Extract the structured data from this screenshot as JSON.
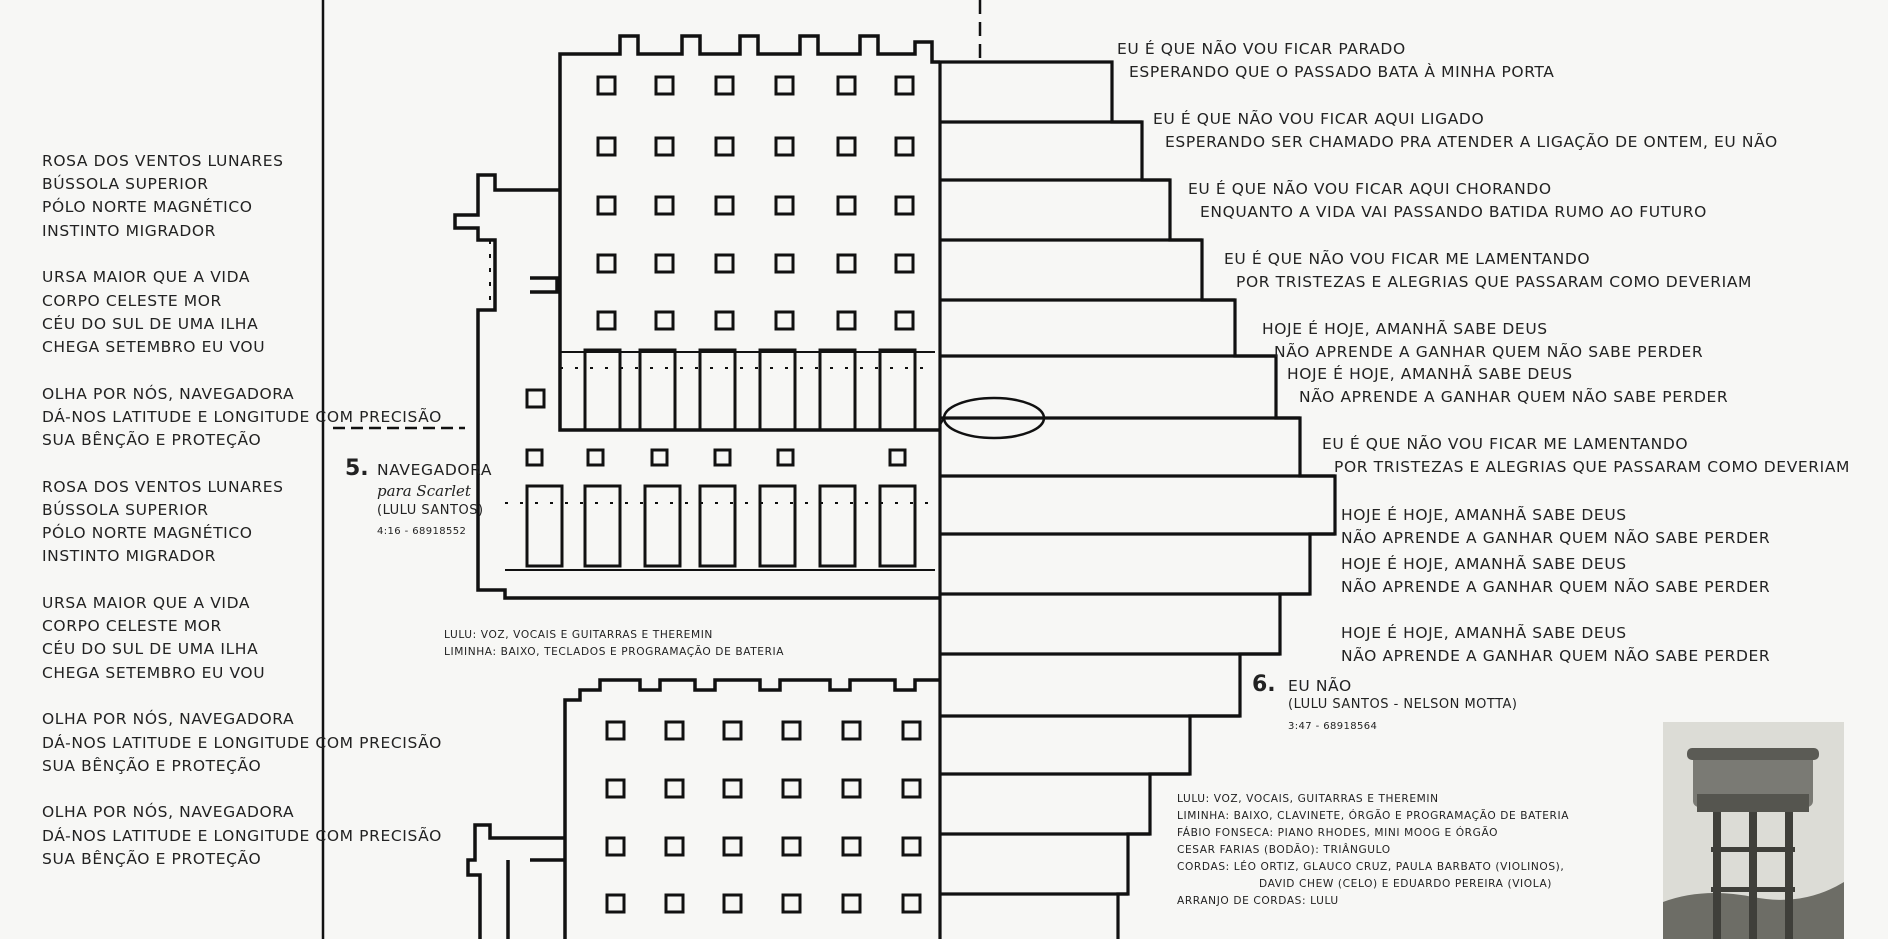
{
  "left_lyrics": [
    {
      "text": "ROSA DOS VENTOS LUNARES",
      "gap": false
    },
    {
      "text": "BÚSSOLA SUPERIOR",
      "gap": false
    },
    {
      "text": "PÓLO NORTE MAGNÉTICO",
      "gap": false
    },
    {
      "text": "INSTINTO MIGRADOR",
      "gap": true
    },
    {
      "text": "URSA MAIOR QUE A VIDA",
      "gap": false
    },
    {
      "text": "CORPO CELESTE MOR",
      "gap": false
    },
    {
      "text": "CÉU DO SUL DE UMA ILHA",
      "gap": false
    },
    {
      "text": "CHEGA SETEMBRO EU VOU",
      "gap": true
    },
    {
      "text": "OLHA POR NÓS, NAVEGADORA",
      "gap": false
    },
    {
      "text": "DÁ-NOS LATITUDE E LONGITUDE COM PRECISÃO",
      "gap": false
    },
    {
      "text": "SUA BÊNÇÃO E PROTEÇÃO",
      "gap": true
    },
    {
      "text": "ROSA DOS VENTOS LUNARES",
      "gap": false
    },
    {
      "text": "BÚSSOLA SUPERIOR",
      "gap": false
    },
    {
      "text": "PÓLO NORTE MAGNÉTICO",
      "gap": false
    },
    {
      "text": "INSTINTO MIGRADOR",
      "gap": true
    },
    {
      "text": "URSA MAIOR QUE A VIDA",
      "gap": false
    },
    {
      "text": "CORPO CELESTE MOR",
      "gap": false
    },
    {
      "text": "CÉU DO SUL DE UMA ILHA",
      "gap": false
    },
    {
      "text": "CHEGA SETEMBRO EU VOU",
      "gap": true
    },
    {
      "text": "OLHA POR NÓS, NAVEGADORA",
      "gap": false
    },
    {
      "text": "DÁ-NOS LATITUDE E LONGITUDE COM PRECISÃO",
      "gap": false
    },
    {
      "text": "SUA BÊNÇÃO E PROTEÇÃO",
      "gap": true
    },
    {
      "text": "OLHA POR NÓS, NAVEGADORA",
      "gap": false
    },
    {
      "text": "DÁ-NOS LATITUDE E LONGITUDE COM PRECISÃO",
      "gap": false
    },
    {
      "text": "SUA BÊNÇÃO E PROTEÇÃO",
      "gap": false
    }
  ],
  "track5": {
    "number": "5.",
    "title": "NAVEGADORA",
    "dedication": "para Scarlet",
    "composer": "(LULU SANTOS)",
    "code": "4:16 - 68918552",
    "credits": [
      "LULU: VOZ, VOCAIS E GUITARRAS E THEREMIN",
      "LIMINHA: BAIXO, TECLADOS E PROGRAMAÇÃO DE BATERIA"
    ]
  },
  "track6": {
    "number": "6.",
    "title": "EU NÃO",
    "composer": "(LULU SANTOS - NELSON MOTTA)",
    "code": "3:47 - 68918564",
    "credits": [
      "LULU: VOZ, VOCAIS, GUITARRAS E THEREMIN",
      "LIMINHA: BAIXO, CLAVINETE, ÓRGÃO E PROGRAMAÇÃO DE BATERIA",
      "FÁBIO FONSECA: PIANO RHODES, MINI MOOG E ÓRGÃO",
      "CESAR FARIAS (BODÃO): TRIÂNGULO",
      "CORDAS: LÉO ORTIZ, GLAUCO CRUZ, PAULA BARBATO (VIOLINOS),",
      "DAVID CHEW (CELO) E EDUARDO PEREIRA (VIOLA)",
      "ARRANJO DE CORDAS: LULU"
    ]
  },
  "right_stanzas": [
    [
      "EU É QUE NÃO VOU FICAR PARADO",
      "ESPERANDO QUE O PASSADO BATA À MINHA PORTA"
    ],
    [
      "EU É QUE NÃO VOU FICAR AQUI LIGADO",
      "ESPERANDO SER CHAMADO PRA ATENDER A LIGAÇÃO DE ONTEM, EU NÃO"
    ],
    [
      "EU É QUE NÃO VOU FICAR AQUI CHORANDO",
      "ENQUANTO A VIDA VAI PASSANDO BATIDA RUMO AO FUTURO"
    ],
    [
      "EU É QUE NÃO VOU FICAR ME LAMENTANDO",
      "POR TRISTEZAS E ALEGRIAS QUE PASSARAM COMO DEVERIAM"
    ],
    [
      "HOJE É HOJE, AMANHÃ SABE DEUS",
      "NÃO APRENDE A GANHAR QUEM NÃO SABE PERDER"
    ],
    [
      "HOJE É HOJE, AMANHÃ SABE DEUS",
      "NÃO APRENDE A GANHAR QUEM NÃO SABE PERDER"
    ],
    [
      "EU É QUE NÃO VOU FICAR ME LAMENTANDO",
      "POR TRISTEZAS E ALEGRIAS QUE PASSARAM COMO DEVERIAM"
    ],
    [
      "HOJE É HOJE, AMANHÃ SABE DEUS",
      "NÃO APRENDE A GANHAR QUEM NÃO SABE PERDER"
    ],
    [
      "HOJE É HOJE, AMANHÃ SABE DEUS",
      "NÃO APRENDE A GANHAR QUEM NÃO SABE PERDER"
    ],
    [
      "HOJE É HOJE, AMANHÃ SABE DEUS",
      "NÃO APRENDE A GANHAR QUEM NÃO SABE PERDER"
    ]
  ]
}
